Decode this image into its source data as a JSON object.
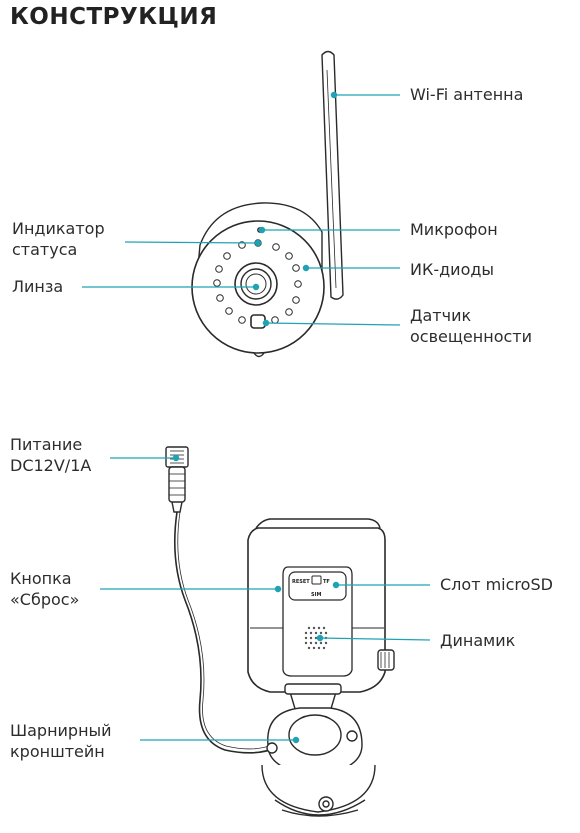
{
  "title": "КОНСТРУКЦИЯ",
  "accent_color": "#1fa3b4",
  "front_labels": {
    "wifi_antenna": "Wi-Fi антенна",
    "status_indicator": "Индикатор\nстатуса",
    "microphone": "Микрофон",
    "lens": "Линза",
    "ir_leds": "ИК-диоды",
    "light_sensor": "Датчик\nосвещенности"
  },
  "back_labels": {
    "power": "Питание\nDC12V/1A",
    "reset_button": "Кнопка\n«Сброс»",
    "microsd_slot": "Слот microSD",
    "speaker": "Динамик",
    "hinge_bracket": "Шарнирный\nкронштейн"
  },
  "slot_text": {
    "reset": "RESET",
    "tf": "TF",
    "sim": "SIM"
  }
}
